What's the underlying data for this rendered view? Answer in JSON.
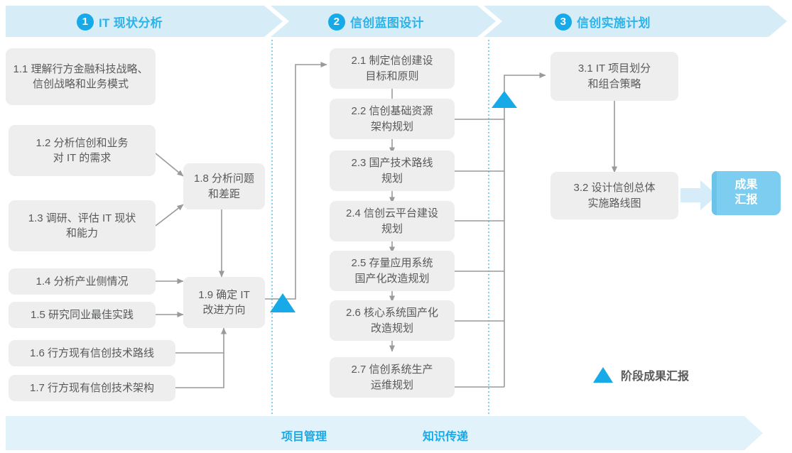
{
  "phases": [
    {
      "num": "1",
      "title": "IT 现状分析"
    },
    {
      "num": "2",
      "title": "信创蓝图设计"
    },
    {
      "num": "3",
      "title": "信创实施计划"
    }
  ],
  "boxes": {
    "p1": [
      {
        "id": "1.1",
        "text": "1.1 理解行方金融科技战略、\n信创战略和业务模式"
      },
      {
        "id": "1.2",
        "text": "1.2 分析信创和业务\n对 IT 的需求"
      },
      {
        "id": "1.3",
        "text": "1.3 调研、评估 IT 现状\n和能力"
      },
      {
        "id": "1.4",
        "text": "1.4 分析产业侧情况"
      },
      {
        "id": "1.5",
        "text": "1.5 研究同业最佳实践"
      },
      {
        "id": "1.6",
        "text": "1.6 行方现有信创技术路线"
      },
      {
        "id": "1.7",
        "text": "1.7 行方现有信创技术架构"
      },
      {
        "id": "1.8",
        "text": "1.8 分析问题\n和差距"
      },
      {
        "id": "1.9",
        "text": "1.9 确定 IT\n改进方向"
      }
    ],
    "p2": [
      {
        "id": "2.1",
        "text": "2.1 制定信创建设\n目标和原则"
      },
      {
        "id": "2.2",
        "text": "2.2 信创基础资源\n架构规划"
      },
      {
        "id": "2.3",
        "text": "2.3 国产技术路线\n规划"
      },
      {
        "id": "2.4",
        "text": "2.4 信创云平台建设\n规划"
      },
      {
        "id": "2.5",
        "text": "2.5 存量应用系统\n国产化改造规划"
      },
      {
        "id": "2.6",
        "text": "2.6 核心系统国产化\n改造规划"
      },
      {
        "id": "2.7",
        "text": "2.7 信创系统生产\n运维规划"
      }
    ],
    "p3": [
      {
        "id": "3.1",
        "text": "3.1 IT 项目划分\n和组合策略"
      },
      {
        "id": "3.2",
        "text": "3.2 设计信创总体\n实施路线图"
      }
    ]
  },
  "result": {
    "text": "成果\n汇报"
  },
  "legend": {
    "label": "阶段成果汇报"
  },
  "bottom": {
    "labels": [
      "项目管理",
      "知识传递"
    ]
  },
  "colors": {
    "accent": "#17a9e8",
    "accent_light": "#2bb3ea",
    "banner": "#d6edf8",
    "banner_bottom": "#e2f2fb",
    "box_fill": "#eeeeee",
    "box_text": "#58595b",
    "connector": "#9a9a9a",
    "result_fill": "#7ccdf0",
    "dotted": "#4bbbe8",
    "big_arrow": "#d6ecf9"
  }
}
